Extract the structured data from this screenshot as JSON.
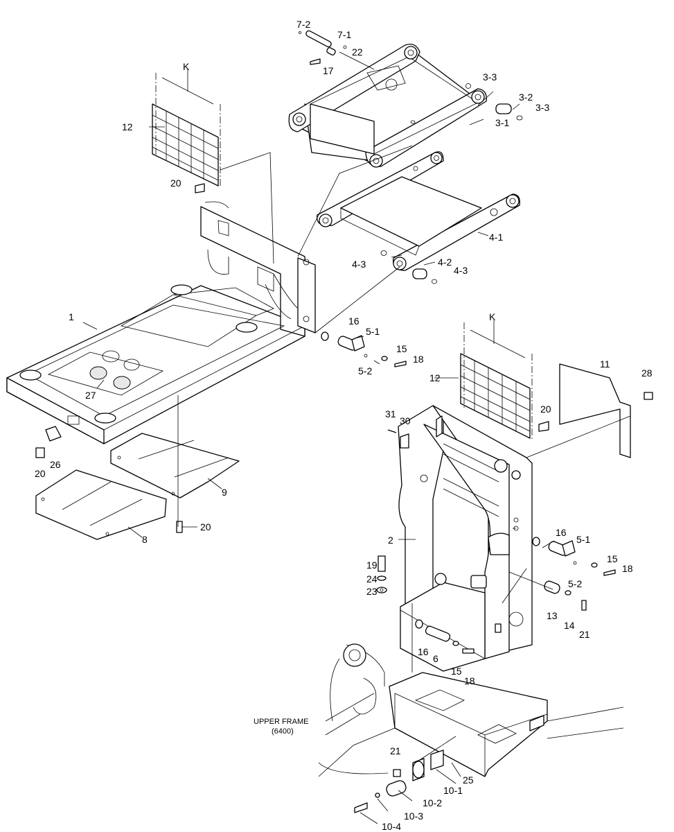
{
  "parts": {
    "p1": "1",
    "p2": "2",
    "p3_1": "3-1",
    "p3_2": "3-2",
    "p3_3a": "3-3",
    "p3_3b": "3-3",
    "p4_1": "4-1",
    "p4_2": "4-2",
    "p4_3a": "4-3",
    "p4_3b": "4-3",
    "p5_1a": "5-1",
    "p5_2a": "5-2",
    "p5_1b": "5-1",
    "p5_2b": "5-2",
    "p6": "6",
    "p7_1": "7-1",
    "p7_2": "7-2",
    "p8": "8",
    "p9": "9",
    "p10_1": "10-1",
    "p10_2": "10-2",
    "p10_3": "10-3",
    "p10_4": "10-4",
    "p11": "11",
    "p12a": "12",
    "p12b": "12",
    "p13": "13",
    "p14": "14",
    "p15a": "15",
    "p15b": "15",
    "p15c": "15",
    "p16a": "16",
    "p16b": "16",
    "p16c": "16",
    "p17": "17",
    "p18a": "18",
    "p18b": "18",
    "p18c": "18",
    "p19": "19",
    "p20a": "20",
    "p20b": "20",
    "p20c": "20",
    "p20d": "20",
    "p21a": "21",
    "p21b": "21",
    "p22": "22",
    "p23": "23",
    "p24": "24",
    "p25": "25",
    "p26": "26",
    "p27": "27",
    "p28": "28",
    "p30": "30",
    "p31": "31",
    "kA": "K",
    "kB": "K"
  },
  "note": {
    "line1": "UPPER FRAME",
    "line2": "(6400)"
  }
}
